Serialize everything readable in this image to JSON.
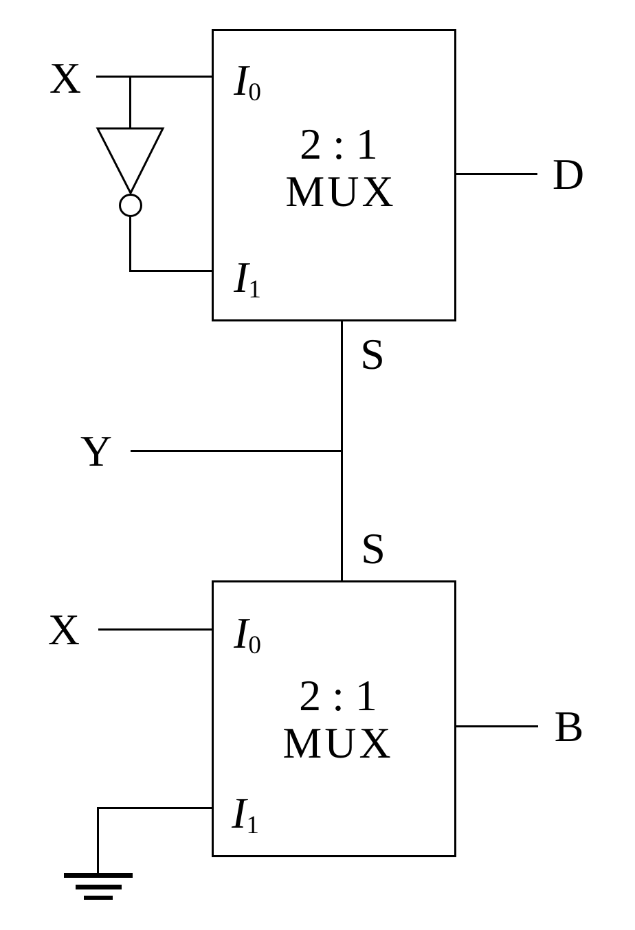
{
  "colors": {
    "line": "#000000",
    "background": "#ffffff",
    "text": "#000000"
  },
  "signals": {
    "x_top": "X",
    "y_select": "Y",
    "x_bottom": "X",
    "output_top": "D",
    "output_bottom": "B",
    "select_top": "S",
    "select_bottom": "S"
  },
  "mux_top": {
    "ratio": "2 : 1",
    "name": "MUX",
    "i0_base": "I",
    "i0_sub": "0",
    "i1_base": "I",
    "i1_sub": "1"
  },
  "mux_bottom": {
    "ratio": "2 : 1",
    "name": "MUX",
    "i0_base": "I",
    "i0_sub": "0",
    "i1_base": "I",
    "i1_sub": "1"
  },
  "icons": {
    "inverter": "not-gate-icon",
    "ground": "ground-icon"
  }
}
